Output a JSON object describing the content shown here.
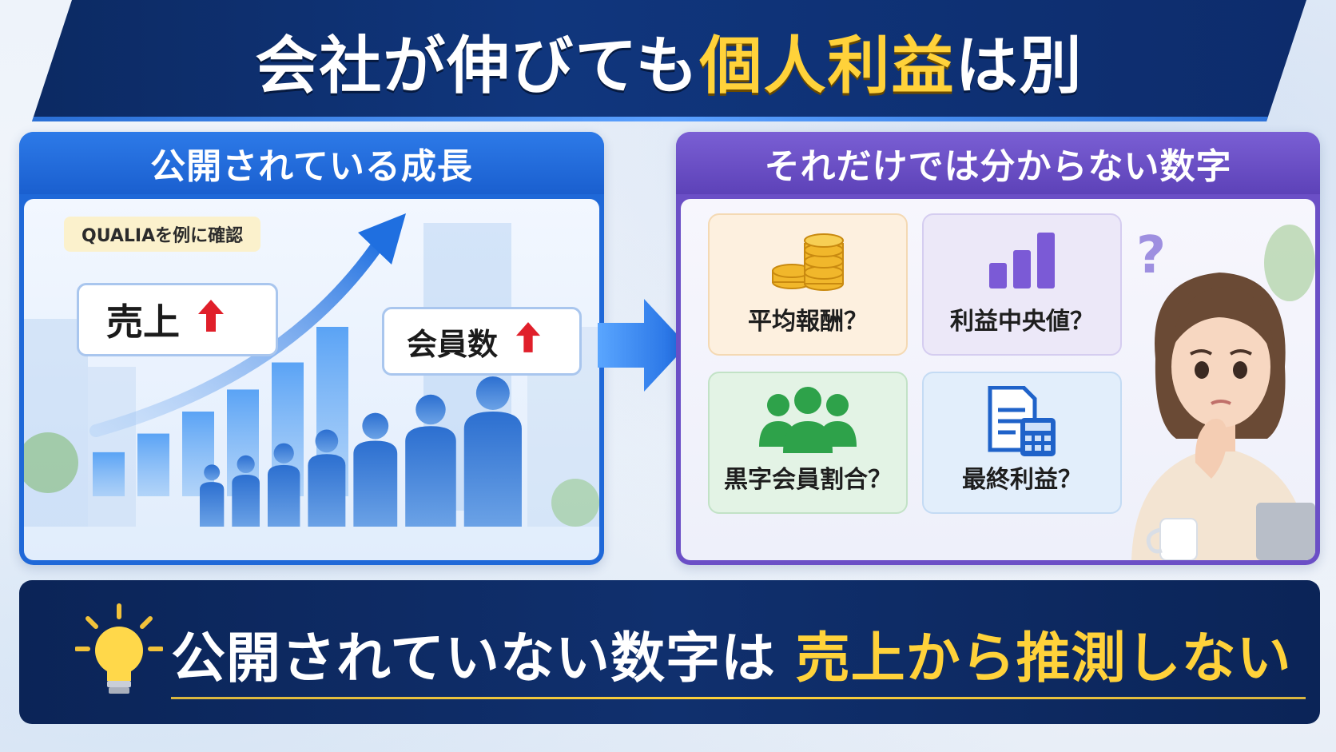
{
  "title": {
    "part1": "会社が伸びても",
    "part2": "個人利益",
    "part3": "は別"
  },
  "left_panel": {
    "heading": "公開されている成長",
    "tag": "QUALIAを例に確認",
    "sales_label": "売上",
    "members_label": "会員数",
    "up_arrow": "🡅"
  },
  "right_panel": {
    "heading": "それだけでは分からない数字",
    "cards": [
      {
        "label": "平均報酬？",
        "icon": "coins-icon"
      },
      {
        "label": "利益中央値？",
        "icon": "bar-chart-icon"
      },
      {
        "label": "黒字会員割合？",
        "icon": "people-group-icon"
      },
      {
        "label": "最終利益？",
        "icon": "document-calculator-icon"
      }
    ],
    "question_mark": "?"
  },
  "bottom": {
    "part1": "公開されていない数字は",
    "part2": "売上から推測しない"
  },
  "colors": {
    "navy": "#0c2a63",
    "gold": "#ffd23a",
    "blue_panel": "#1f68d8",
    "purple_panel": "#6b4fc6",
    "red_arrow": "#e01f2a"
  },
  "illustration": {
    "bars_relative": [
      0.26,
      0.37,
      0.5,
      0.63,
      0.79,
      1.0
    ],
    "people_relative": [
      0.42,
      0.48,
      0.56,
      0.65,
      0.76,
      0.88,
      1.0
    ]
  }
}
